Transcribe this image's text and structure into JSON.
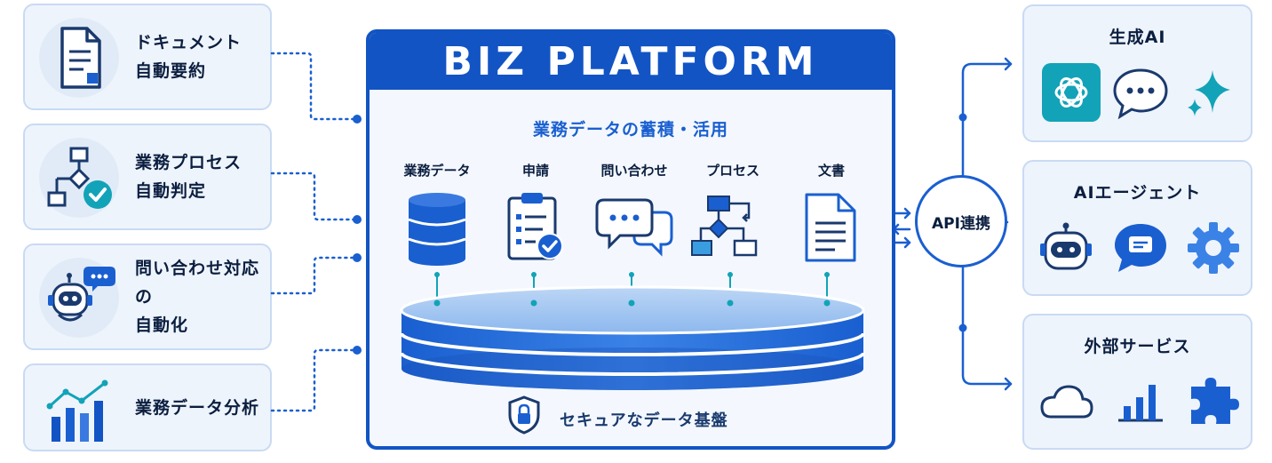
{
  "left_cards": [
    {
      "line1": "ドキュメント",
      "line2": "自動要約",
      "icon": "document-icon"
    },
    {
      "line1": "業務プロセス",
      "line2": "自動判定",
      "icon": "flowchart-check-icon"
    },
    {
      "line1": "問い合わせ対応の",
      "line2": "自動化",
      "icon": "chatbot-icon"
    },
    {
      "line1": "業務データ分析",
      "line2": "",
      "icon": "bar-chart-icon"
    }
  ],
  "platform": {
    "title": "BIZ PLATFORM",
    "subtitle": "業務データの蓄積・活用",
    "categories": [
      {
        "label": "業務データ",
        "icon": "database-icon"
      },
      {
        "label": "申請",
        "icon": "clipboard-check-icon"
      },
      {
        "label": "問い合わせ",
        "icon": "chat-bubbles-icon"
      },
      {
        "label": "プロセス",
        "icon": "process-flow-icon"
      },
      {
        "label": "文書",
        "icon": "file-icon"
      }
    ],
    "footer": "セキュアなデータ基盤"
  },
  "api": {
    "label": "API連携"
  },
  "right_cards": [
    {
      "title": "生成AI",
      "icons": [
        "openai-logo-icon",
        "chat-dots-icon",
        "sparkle-icon"
      ]
    },
    {
      "title": "AIエージェント",
      "icons": [
        "robot-icon",
        "message-icon",
        "gear-icon"
      ]
    },
    {
      "title": "外部サービス",
      "icons": [
        "cloud-icon",
        "bar-chart-icon",
        "puzzle-icon"
      ]
    }
  ],
  "colors": {
    "primary": "#1254c4",
    "accent": "#1a5fd0",
    "card_bg": "#eef4fc",
    "teal": "#12a3b8"
  }
}
